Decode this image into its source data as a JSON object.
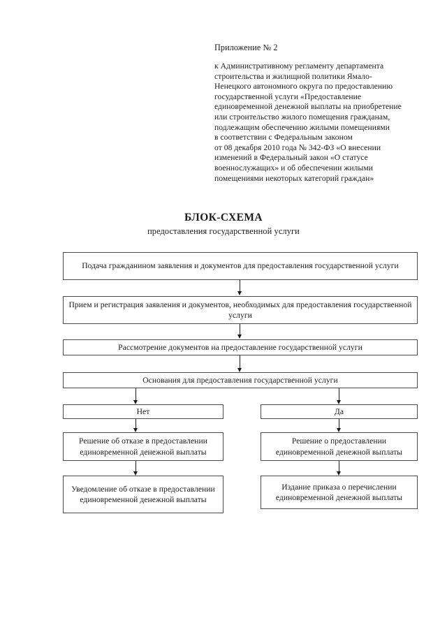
{
  "document": {
    "appendix_label": "Приложение № 2",
    "reference_lines": [
      "к Административному регламенту департамента",
      "строительства и жилищной политики Ямало-",
      "Ненецкого автономного округа по предоставлению",
      "государственной услуги «Предоставление",
      "единовременной денежной выплаты на приобретение",
      "или строительство жилого помещения гражданам,",
      "подлежащим обеспечению жилыми помещениями",
      "в соответствии с Федеральным законом",
      "от 08 декабря 2010 года № 342-ФЗ «О внесении",
      "изменений в Федеральный закон «О статусе",
      "военнослужащих» и об обеспечении жилыми",
      "помещениями некоторых категорий граждан»"
    ],
    "title": "БЛОК-СХЕМА",
    "subtitle": "предоставления государственной услуги"
  },
  "flowchart": {
    "nodes": {
      "submission": "Подача гражданином заявления и документов для предоставления государственной услуги",
      "registration": "Прием и регистрация заявления и документов, необходимых для предоставления государственной услуги",
      "review": "Рассмотрение документов на предоставление государственной услуги",
      "grounds": "Основания для предоставления государственной услуги",
      "branch_no": "Нет",
      "branch_yes": "Да",
      "decision_refusal": "Решение об отказе в предоставлении единовременной денежной выплаты",
      "decision_grant": "Решение о предоставлении единовременной денежной выплаты",
      "notice_refusal": "Уведомление об отказе в предоставлении единовременной денежной выплаты",
      "order_transfer": "Издание приказа о перечислении единовременной денежной выплаты"
    }
  }
}
